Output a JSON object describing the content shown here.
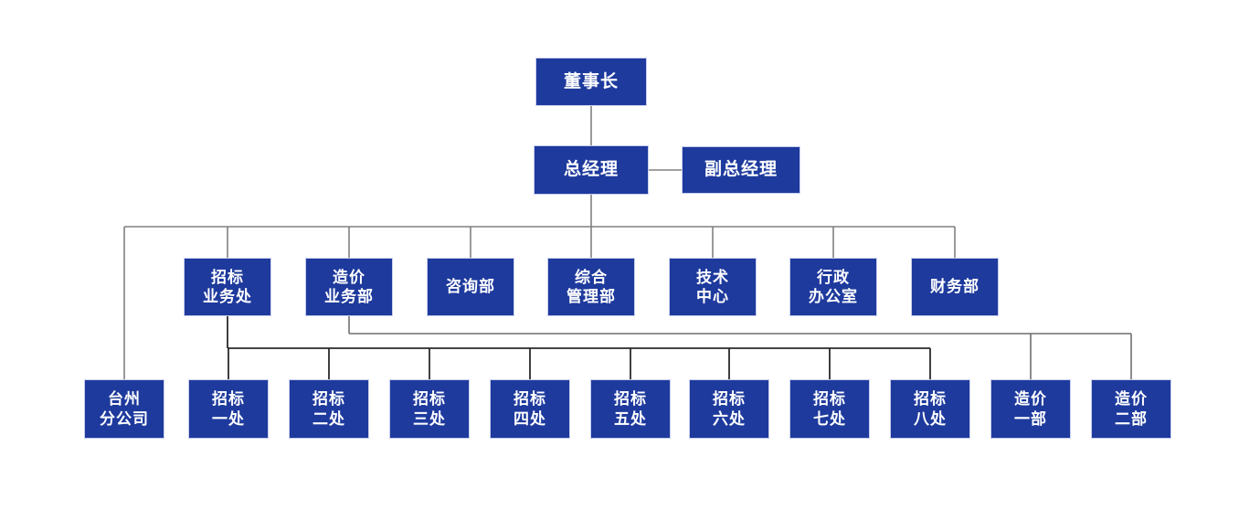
{
  "org_chart": {
    "type": "org-tree",
    "colors": {
      "node_fill": "#1e3a9d",
      "node_border": "#c9cfee",
      "node_text": "#ffffff",
      "connector_gray": "#808080",
      "connector_dark": "#2a2a2a"
    },
    "root": {
      "id": "chairman",
      "label": "董事长"
    },
    "level2": [
      {
        "id": "general-manager",
        "label": "总经理",
        "parent": "chairman"
      },
      {
        "id": "deputy-general-manager",
        "label": "副总经理",
        "parent": "general-manager"
      }
    ],
    "level3": [
      {
        "id": "bidding-division",
        "label": "招标\n业务处",
        "parent": "general-manager"
      },
      {
        "id": "cost-division",
        "label": "造价\n业务部",
        "parent": "general-manager"
      },
      {
        "id": "consulting-dept",
        "label": "咨询部",
        "parent": "general-manager"
      },
      {
        "id": "general-mgmt-dept",
        "label": "综合\n管理部",
        "parent": "general-manager"
      },
      {
        "id": "tech-center",
        "label": "技术\n中心",
        "parent": "general-manager"
      },
      {
        "id": "admin-office",
        "label": "行政\n办公室",
        "parent": "general-manager"
      },
      {
        "id": "finance-dept",
        "label": "财务部",
        "parent": "general-manager"
      }
    ],
    "level4": [
      {
        "id": "taizhou-branch",
        "label": "台州\n分公司",
        "parent": "general-manager"
      },
      {
        "id": "bidding-office-1",
        "label": "招标\n一处",
        "parent": "bidding-division"
      },
      {
        "id": "bidding-office-2",
        "label": "招标\n二处",
        "parent": "bidding-division"
      },
      {
        "id": "bidding-office-3",
        "label": "招标\n三处",
        "parent": "bidding-division"
      },
      {
        "id": "bidding-office-4",
        "label": "招标\n四处",
        "parent": "bidding-division"
      },
      {
        "id": "bidding-office-5",
        "label": "招标\n五处",
        "parent": "bidding-division"
      },
      {
        "id": "bidding-office-6",
        "label": "招标\n六处",
        "parent": "bidding-division"
      },
      {
        "id": "bidding-office-7",
        "label": "招标\n七处",
        "parent": "bidding-division"
      },
      {
        "id": "bidding-office-8",
        "label": "招标\n八处",
        "parent": "bidding-division"
      },
      {
        "id": "cost-dept-1",
        "label": "造价\n一部",
        "parent": "cost-division"
      },
      {
        "id": "cost-dept-2",
        "label": "造价\n二部",
        "parent": "cost-division"
      }
    ]
  }
}
